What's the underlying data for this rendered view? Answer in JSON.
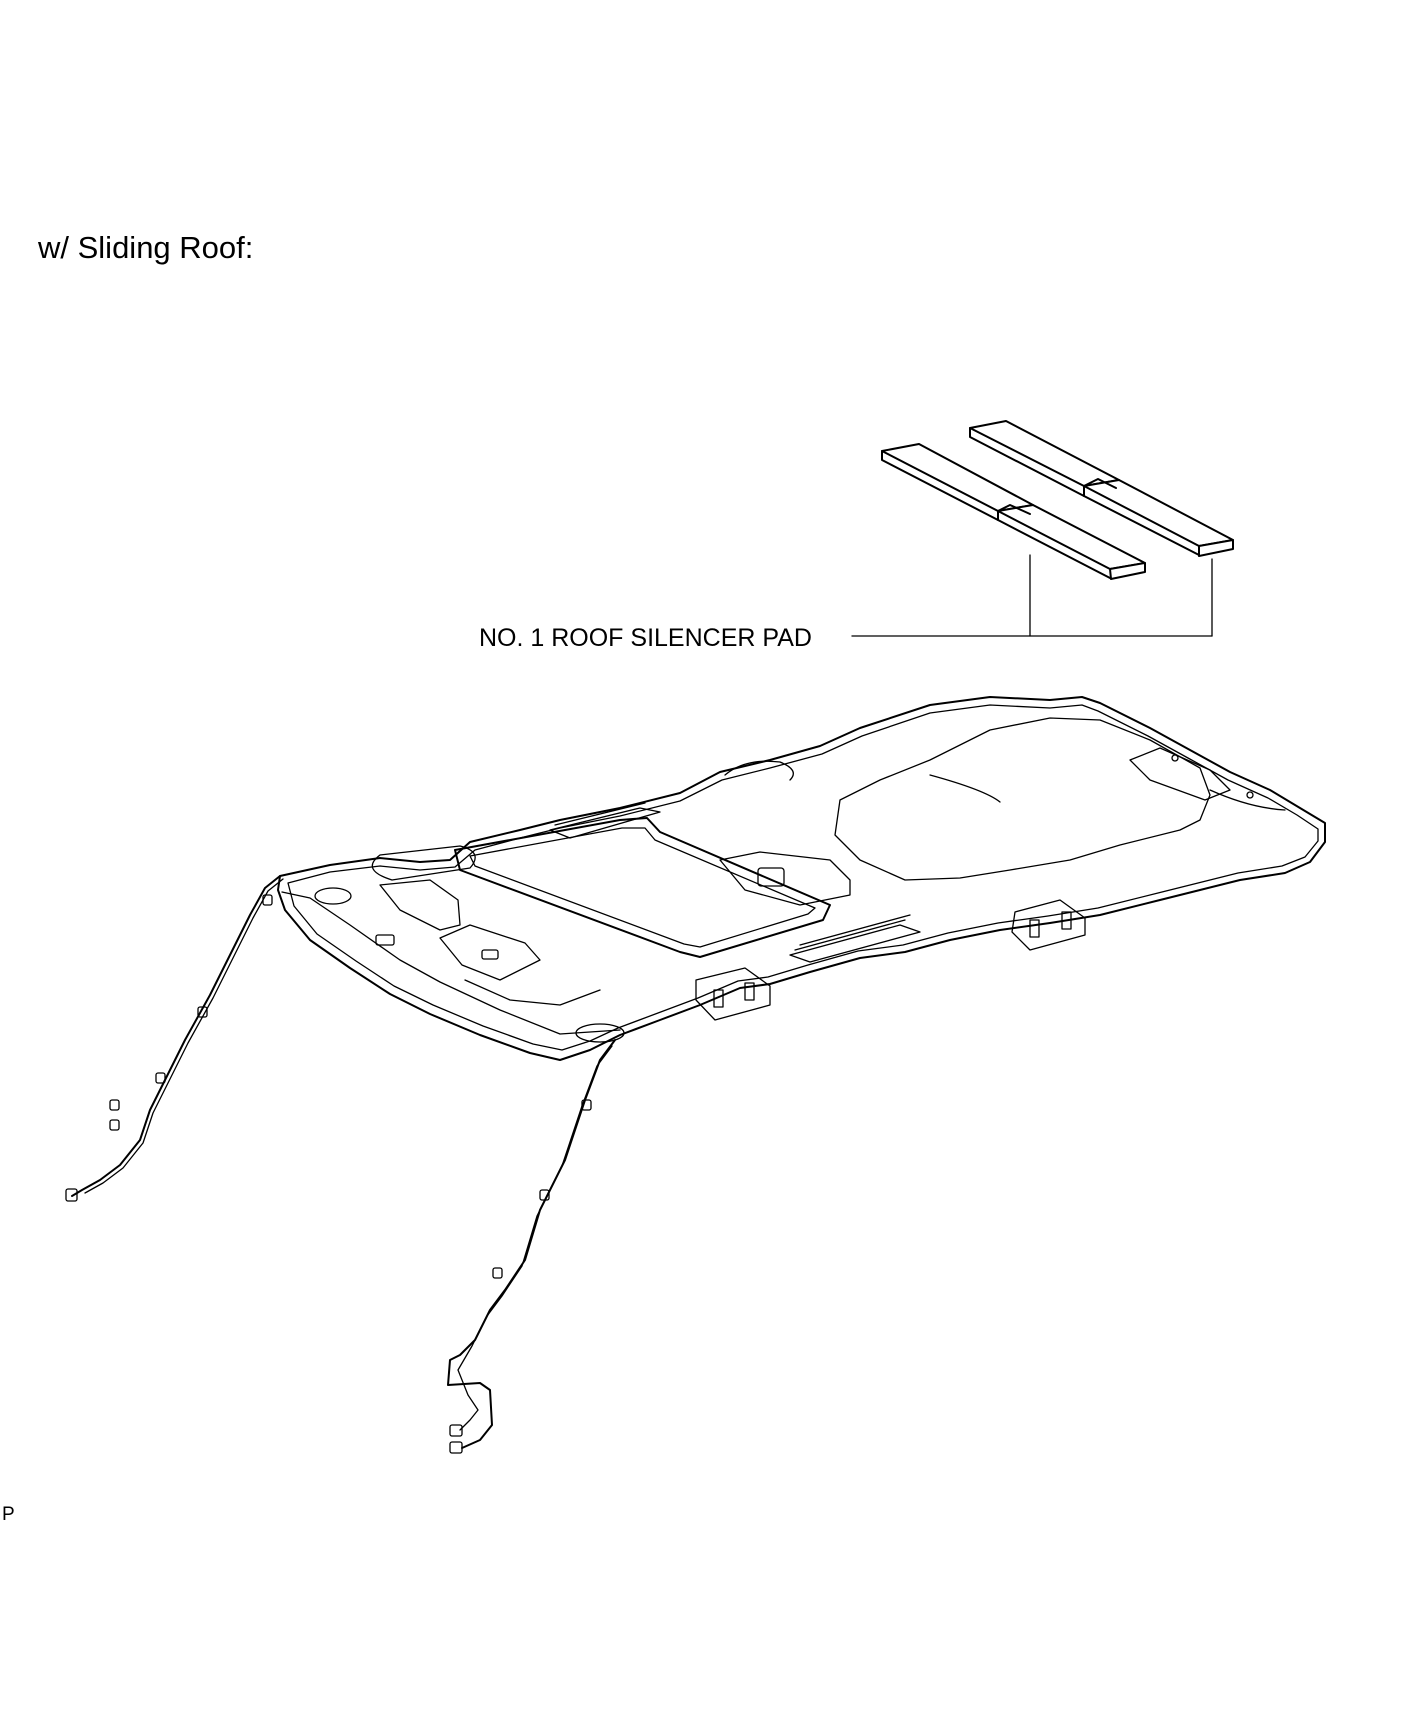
{
  "figure": {
    "heading": "w/ Sliding Roof:",
    "callouts": [
      {
        "label": "NO. 1 ROOF SILENCER PAD"
      }
    ],
    "page_code": "P"
  }
}
